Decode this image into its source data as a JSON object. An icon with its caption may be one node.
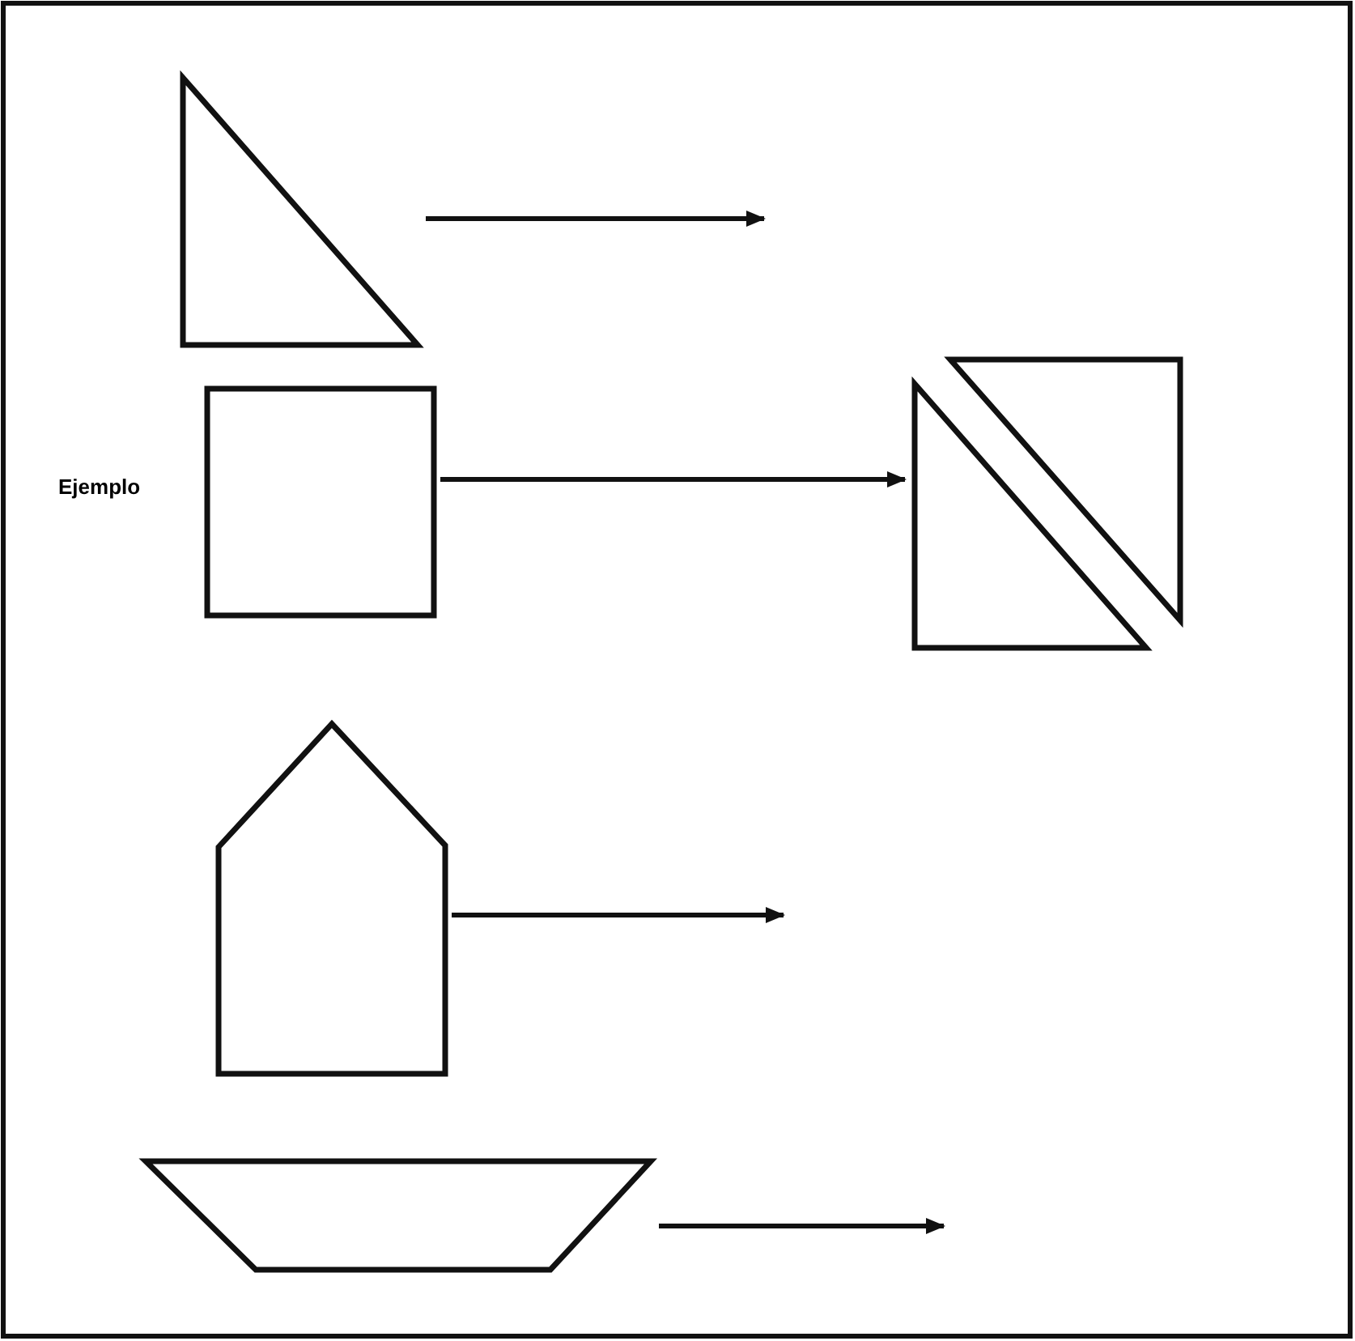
{
  "diagram": {
    "nodes": [
      {
        "text": [],
        "shape": "triangle"
      },
      {
        "text": [],
        "shape": "box",
        "beside": [
          "Ejemplo"
        ]
      },
      {
        "text": [],
        "shape": "picture"
      },
      {
        "text": [],
        "shape": "pentagon"
      },
      {
        "text": [],
        "shape": "trapezoid"
      }
    ],
    "edges": [
      {
        "from": 0,
        "to": null,
        "arrow": "to"
      },
      {
        "from": 1,
        "to": 2,
        "arrow": "to"
      },
      {
        "from": 3,
        "to": null,
        "arrow": "to"
      },
      {
        "from": 4,
        "to": null,
        "arrow": "to"
      }
    ]
  }
}
